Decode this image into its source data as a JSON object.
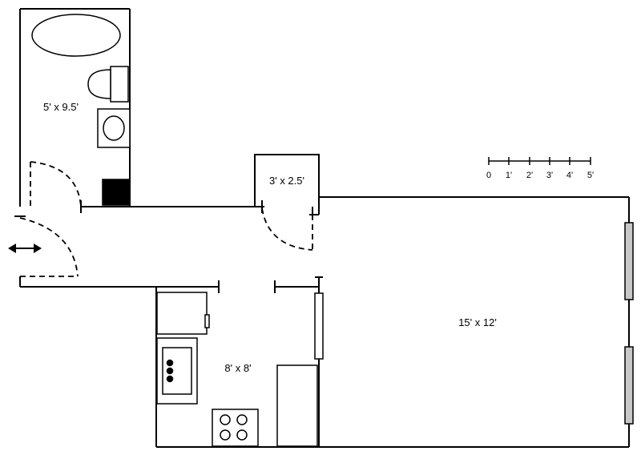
{
  "rooms": {
    "bathroom": "5' x 9.5'",
    "closet": "3' x 2.5'",
    "kitchen": "8' x 8'",
    "living": "15' x 12'"
  },
  "scale": {
    "ticks": [
      "0",
      "1'",
      "2'",
      "3'",
      "4'",
      "5'"
    ]
  },
  "colors": {
    "line": "#000000",
    "window_fill": "#c8c8c8",
    "background": "#ffffff"
  },
  "icons": {
    "entry": "double-arrow-icon"
  }
}
